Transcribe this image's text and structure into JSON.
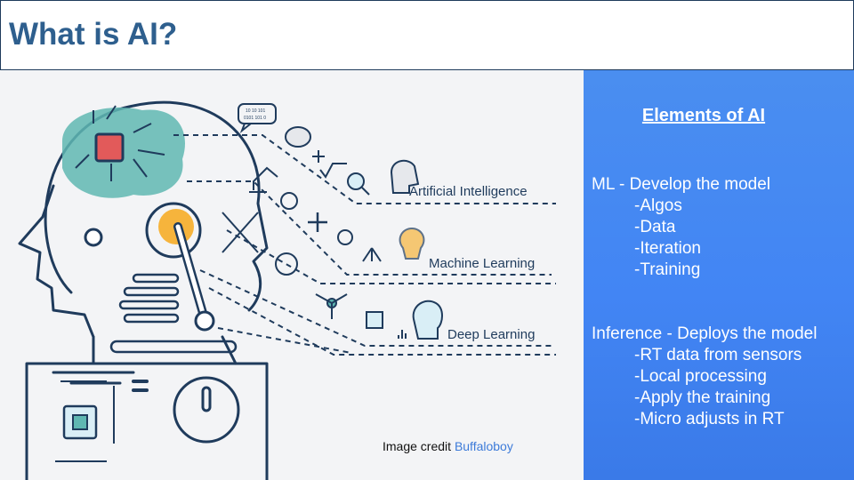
{
  "slide": {
    "title": "What is AI?"
  },
  "illustration": {
    "labels": [
      "Artificial Intelligence",
      "Machine Learning",
      "Deep Learning"
    ],
    "bubble_text": [
      "10 10 101",
      "0101 101 0"
    ],
    "colors": {
      "line": "#1f3b5c",
      "teal": "#5fb7b2",
      "red": "#e25a5a",
      "orange": "#f6b43c"
    }
  },
  "panel": {
    "heading": "Elements of AI",
    "ml": {
      "title": "ML - Develop the model",
      "items": [
        "-Algos",
        "-Data",
        "-Iteration",
        "-Training"
      ]
    },
    "inference": {
      "title": "Inference - Deploys the model",
      "items": [
        "-RT data from sensors",
        "-Local processing",
        "-Apply the training",
        "-Micro adjusts in RT"
      ]
    }
  },
  "credit": {
    "prefix": "Image credit",
    "author": "Buffaloboy"
  }
}
